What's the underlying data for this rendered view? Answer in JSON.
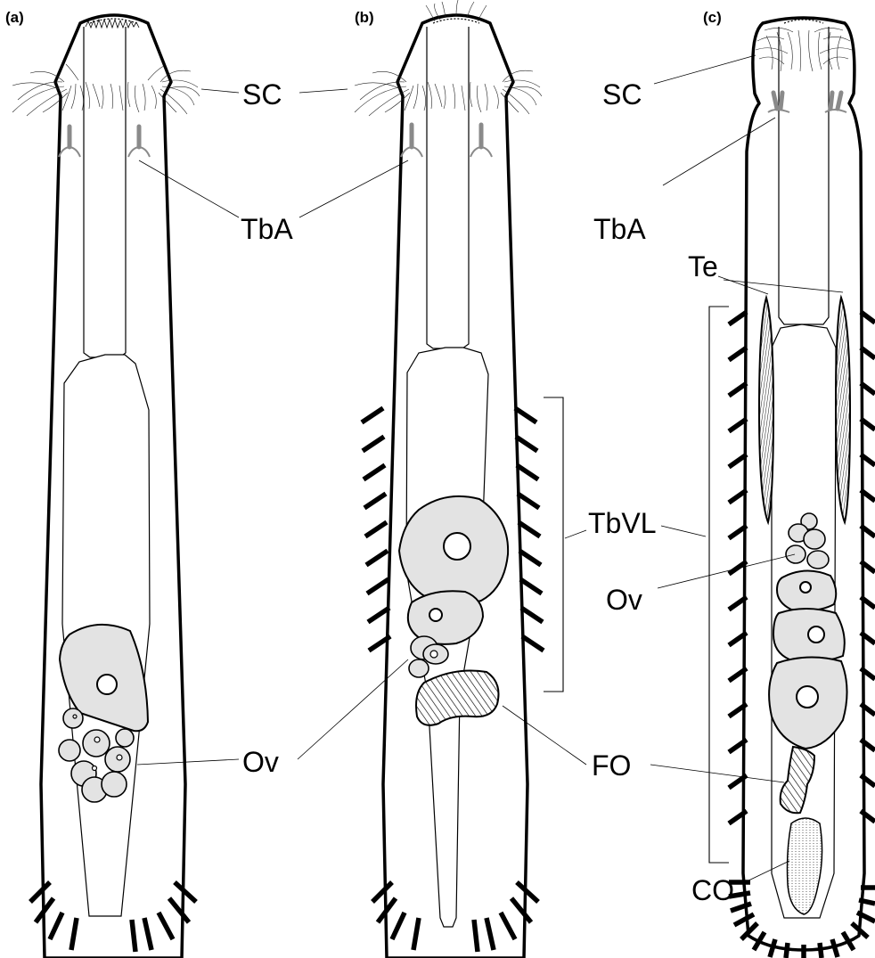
{
  "figure": {
    "panels": [
      {
        "id": "a",
        "label": "(a)"
      },
      {
        "id": "b",
        "label": "(b)"
      },
      {
        "id": "c",
        "label": "(c)"
      }
    ],
    "labels": {
      "sc": "SC",
      "tba": "TbA",
      "tbvl": "TbVL",
      "ov": "Ov",
      "fo": "FO",
      "te": "Te",
      "co": "CO"
    },
    "colors": {
      "outline": "#000000",
      "egg_fill": "#e3e3e3",
      "adhesive_tube_anterior": "#8a8a8a",
      "background": "#ffffff"
    }
  }
}
